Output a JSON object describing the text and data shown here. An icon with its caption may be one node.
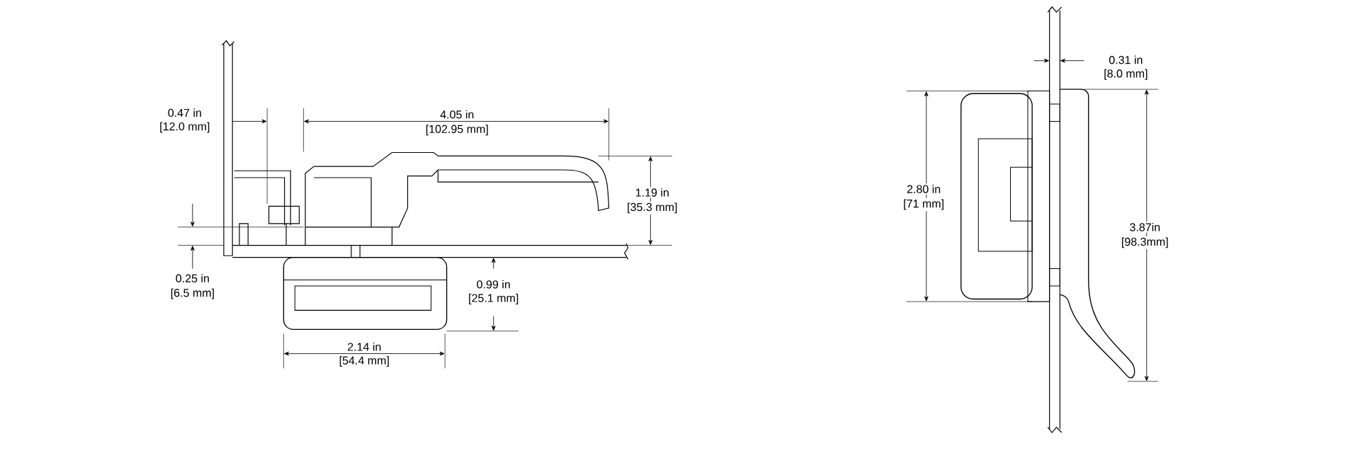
{
  "diagram": {
    "labels": [
      "0.47 in",
      "[12.0 mm]",
      "4.05 in",
      "[102.95 mm]",
      "1.19 in",
      "[35.3 mm]",
      "0.25 in",
      "[6.5 mm]",
      "0.99 in",
      "[25.1 mm]",
      "2.14 in",
      "[54.4 mm]",
      "0.31 in",
      "[8.0 mm]",
      "2.80 in",
      "[71 mm]",
      "3.87in",
      "[98.3mm]"
    ]
  }
}
